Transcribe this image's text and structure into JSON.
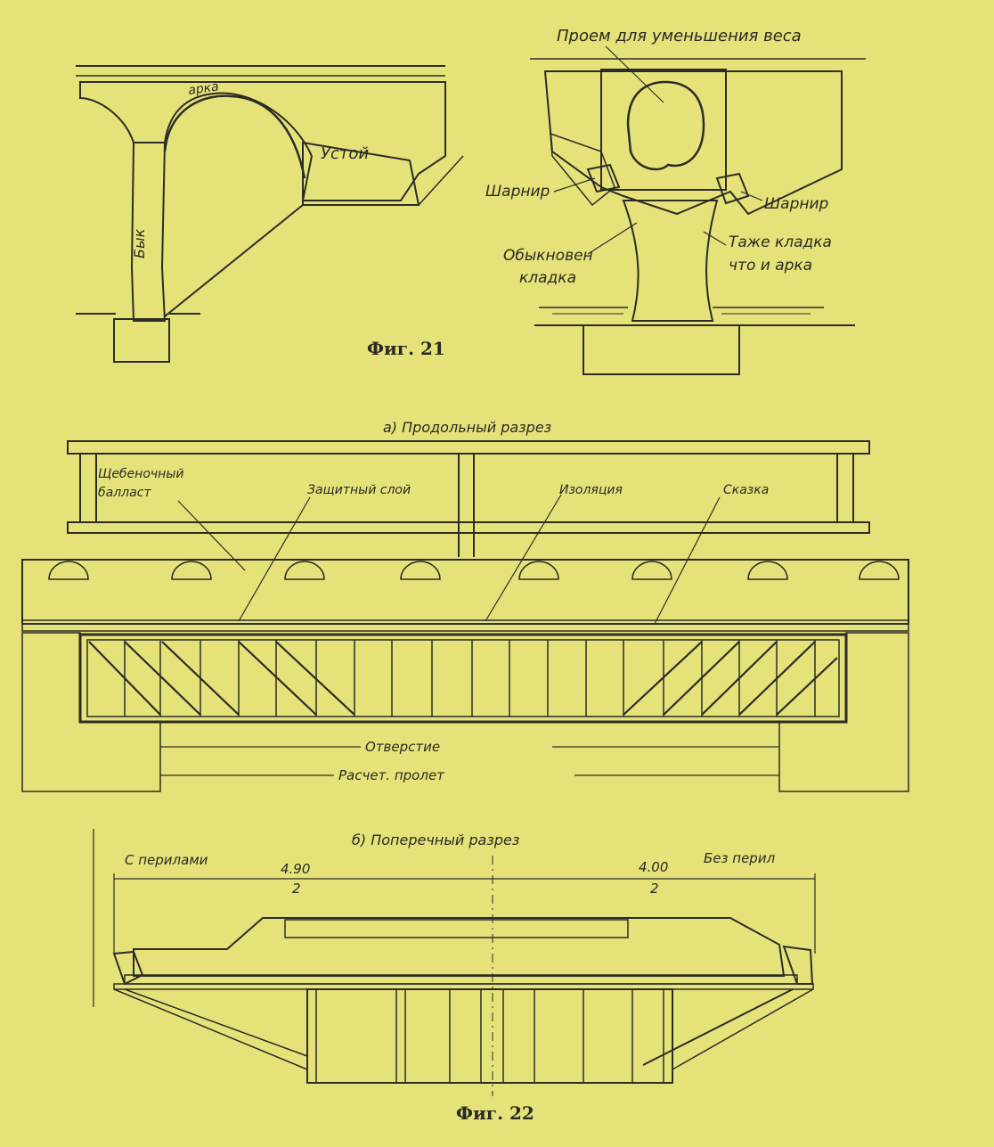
{
  "fig21": {
    "caption": "Фиг. 21",
    "labels": {
      "arch": "арка",
      "abutment": "Устой",
      "pier": "Бык",
      "opening": "Проем для уменьшения веса",
      "hinge_left": "Шарнир",
      "hinge_right": "Шарнир",
      "masonry_common_1": "Обыкновен",
      "masonry_common_2": "кладка",
      "masonry_same_1": "Таже кладка",
      "masonry_same_2": "что и арка"
    }
  },
  "fig22": {
    "caption": "Фиг. 22",
    "a": {
      "title": "а) Продольный разрез",
      "ballast_1": "Щебеночный",
      "ballast_2": "балласт",
      "protective": "Защитный слой",
      "insulation": "Изоляция",
      "drain": "Сказка",
      "opening": "Отверстие",
      "span": "Расчет. пролет"
    },
    "b": {
      "title": "б) Поперечный разрез",
      "with_rails": "С перилами",
      "without_rails": "Без перил",
      "dim_left_num": "4.90",
      "dim_left_den": "2",
      "dim_right_num": "4.00",
      "dim_right_den": "2"
    }
  },
  "colors": {
    "paper": "#e6e27a",
    "ink": "#2c2c26"
  }
}
